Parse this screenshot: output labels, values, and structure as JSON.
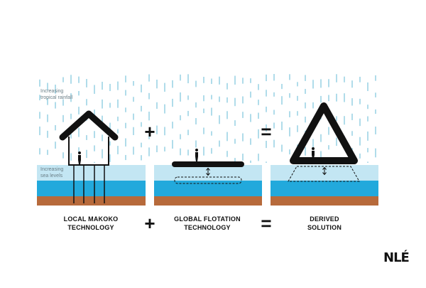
{
  "annotations": {
    "rain_label_line1": "Increasing",
    "rain_label_line2": "tropical rainfall",
    "sea_label_line1": "Increasing",
    "sea_label_line2": "sea levels"
  },
  "operators": {
    "plus": "+",
    "equals": "="
  },
  "panels": [
    {
      "caption_line1": "LOCAL MAKOKO",
      "caption_line2": "TECHNOLOGY"
    },
    {
      "caption_line1": "GLOBAL FLOTATION",
      "caption_line2": "TECHNOLOGY"
    },
    {
      "caption_line1": "DERIVED",
      "caption_line2": "SOLUTION"
    }
  ],
  "logo": {
    "text": "NLÉ"
  },
  "colors": {
    "rain": "#86c9de",
    "sky_water": "#c3e6f3",
    "sea": "#22a9dc",
    "soil": "#b76a3b",
    "structure": "#111111"
  }
}
